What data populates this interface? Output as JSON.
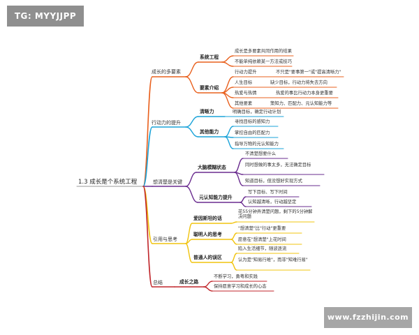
{
  "watermarks": {
    "top_left": "TG: MYYJJPP",
    "bottom_right": "www.fzzhijin.com"
  },
  "colors": {
    "orange": "#e9601d",
    "blue": "#1aa3d9",
    "purple": "#6a2c8f",
    "yellow": "#f1c40f",
    "red": "#c0262b",
    "root_line": "#999999"
  },
  "root": "1.3 成长是个系统工程",
  "branches": {
    "growth": {
      "label": "成长的多要素",
      "system": {
        "label": "系统工程",
        "leaf1": "成长是多要素共同作用的结果",
        "leaf2": "不能单纯依赖某一方法或技巧"
      },
      "factors": {
        "label": "要素介绍",
        "row1": {
          "a": "行动力提升",
          "b": "不只是\"要事第一\"或\"提高清晰力\""
        },
        "row2": {
          "a": "人生目标",
          "b": "缺少目标，行动力将失去方向"
        },
        "row3": {
          "a": "热爱与热情",
          "b": "热爱的事比行动力本身更重要"
        },
        "row4": {
          "a": "其他要素",
          "b": "策知力、匹配力、元认知能力等"
        }
      }
    },
    "action": {
      "label": "行动力的提升",
      "clarity": {
        "label": "清晰力",
        "leaf": "明确目标，确定行动计划"
      },
      "other": {
        "label": "其他能力",
        "leaf1": "寻找目标的感知力",
        "leaf2": "掌控自由的匹配力",
        "leaf3": "指导万物的元认知能力"
      }
    },
    "think": {
      "label": "想清楚是关键",
      "brain": {
        "label": "大脑模糊状态",
        "leaf1": "不清楚想要什么",
        "leaf2": "同时想做的事太多，无法确定目标",
        "leaf3": "知道目标，但没想好实现方式"
      },
      "meta": {
        "label": "元认知能力提升",
        "leaf1": "写下目标、写下时间",
        "leaf2": "认知越清晰，行动越坚定"
      }
    },
    "quotes": {
      "label": "引用与思考",
      "einstein": {
        "label": "爱因斯坦的话",
        "leaf": "花55分钟弄清楚问题，剩下的5分钟解决问题"
      },
      "smart": {
        "label": "聪明人的思考",
        "leaf1": "\"想清楚\"比\"行动\"更重要",
        "leaf2": "愿意在\"想清楚\"上花时间"
      },
      "ordinary": {
        "label": "普通人的误区",
        "leaf1": "陷入生活细节，随波逐流",
        "leaf2": "认为是\"知易行难\"，而非\"知难行易\""
      }
    },
    "summary": {
      "label": "总结",
      "road": {
        "label": "成长之路",
        "leaf1": "不断学习，勇粤和实践",
        "leaf2": "保持愿意学习和成长的心态"
      }
    }
  }
}
